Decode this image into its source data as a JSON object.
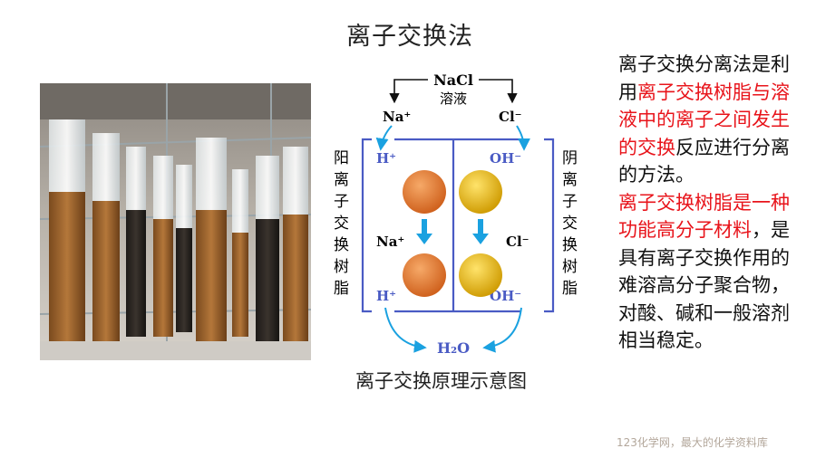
{
  "title": "离子交换法",
  "diagram": {
    "source_formula": "NaCl",
    "source_solution": "溶液",
    "cation_in": "Na⁺",
    "anion_in": "Cl⁻",
    "left_label": "阳离子交换树脂",
    "right_label": "阴离子交换树脂",
    "h_top": "H⁺",
    "oh_top": "OH⁻",
    "na_bottom": "Na⁺",
    "cl_bottom": "Cl⁻",
    "h_out": "H⁺",
    "oh_out": "OH⁻",
    "product": "H₂O",
    "colors": {
      "frame": "#4a5bc4",
      "arrow": "#1aa1e0",
      "cation_ball": "#e0782a",
      "anion_ball": "#e6b512"
    }
  },
  "caption": "离子交换原理示意图",
  "text": {
    "p1_a": "离子交换分离法是利用",
    "p1_red": "离子交换树脂与溶液中的离子之间发生的交换",
    "p1_b": "反应进行分离的方法。",
    "p2_red": "离子交换树脂是一种功能高分子材料",
    "p2_b": "，是具有离子交换作用的难溶高分子聚合物，对酸、碱和一般溶剂相当稳定。"
  },
  "footer": "123化学网，最大的化学资料库"
}
